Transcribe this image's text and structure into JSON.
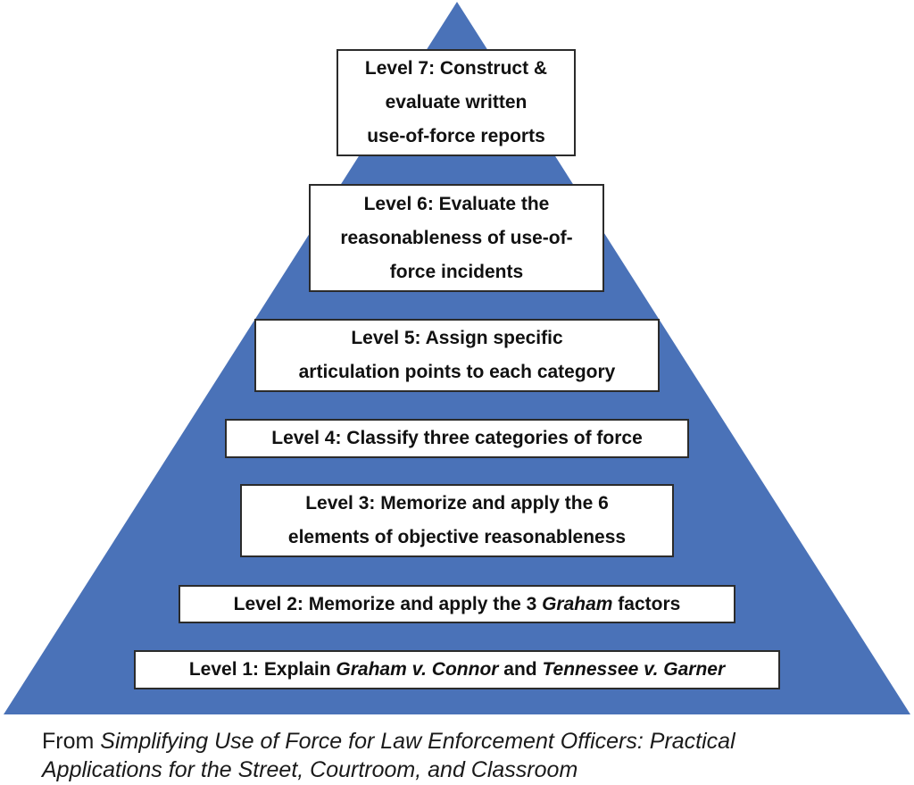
{
  "diagram": {
    "triangle_color": "#4a72b8",
    "levels": [
      {
        "lines": [
          [
            {
              "text": "Level 7: Construct &"
            }
          ],
          [
            {
              "text": "evaluate written"
            }
          ],
          [
            {
              "text": "use-of-force reports"
            }
          ]
        ]
      },
      {
        "lines": [
          [
            {
              "text": "Level 6: Evaluate the"
            }
          ],
          [
            {
              "text": "reasonableness of use-of-"
            }
          ],
          [
            {
              "text": "force incidents"
            }
          ]
        ]
      },
      {
        "lines": [
          [
            {
              "text": "Level 5: Assign specific"
            }
          ],
          [
            {
              "text": "articulation points to each category"
            }
          ]
        ]
      },
      {
        "lines": [
          [
            {
              "text": "Level 4: Classify three categories of force"
            }
          ]
        ]
      },
      {
        "lines": [
          [
            {
              "text": "Level 3: Memorize and apply the 6"
            }
          ],
          [
            {
              "text": "elements of objective reasonableness"
            }
          ]
        ]
      },
      {
        "lines": [
          [
            {
              "text": "Level 2: Memorize and apply the 3 "
            },
            {
              "text": "Graham",
              "italic": true
            },
            {
              "text": " factors"
            }
          ]
        ]
      },
      {
        "lines": [
          [
            {
              "text": "Level 1: Explain "
            },
            {
              "text": "Graham v. Connor",
              "italic": true
            },
            {
              "text": " and "
            },
            {
              "text": "Tennessee v. Garner",
              "italic": true
            }
          ]
        ]
      }
    ]
  },
  "caption": {
    "lines": [
      [
        {
          "text": "From "
        },
        {
          "text": "Simplifying Use of Force for Law Enforcement Officers: Practical",
          "italic": true
        }
      ],
      [
        {
          "text": "Applications for the Street, Courtroom, and Classroom",
          "italic": true
        }
      ]
    ]
  }
}
